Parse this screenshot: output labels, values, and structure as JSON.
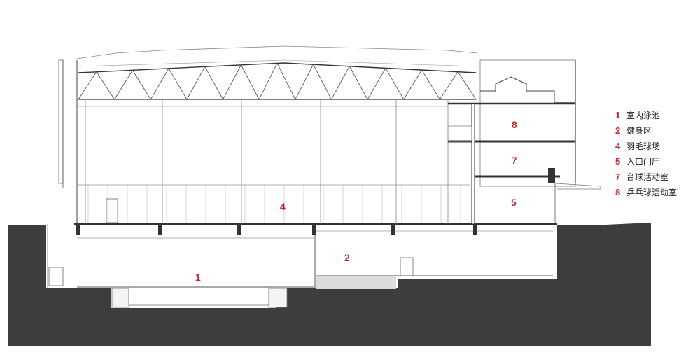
{
  "rooms": {
    "r1": "1",
    "r2": "2",
    "r4": "4",
    "r5": "5",
    "r7": "7",
    "r8": "8"
  },
  "legend": [
    {
      "num": "1",
      "label": "室内泳池"
    },
    {
      "num": "2",
      "label": "健身区"
    },
    {
      "num": "4",
      "label": "羽毛球场"
    },
    {
      "num": "5",
      "label": "入口门厅"
    },
    {
      "num": "7",
      "label": "台球活动室"
    },
    {
      "num": "8",
      "label": "乒乓球活动室"
    }
  ],
  "colors": {
    "ground": "#3d3d3d",
    "line": "#555555",
    "label": "#c0272d"
  }
}
